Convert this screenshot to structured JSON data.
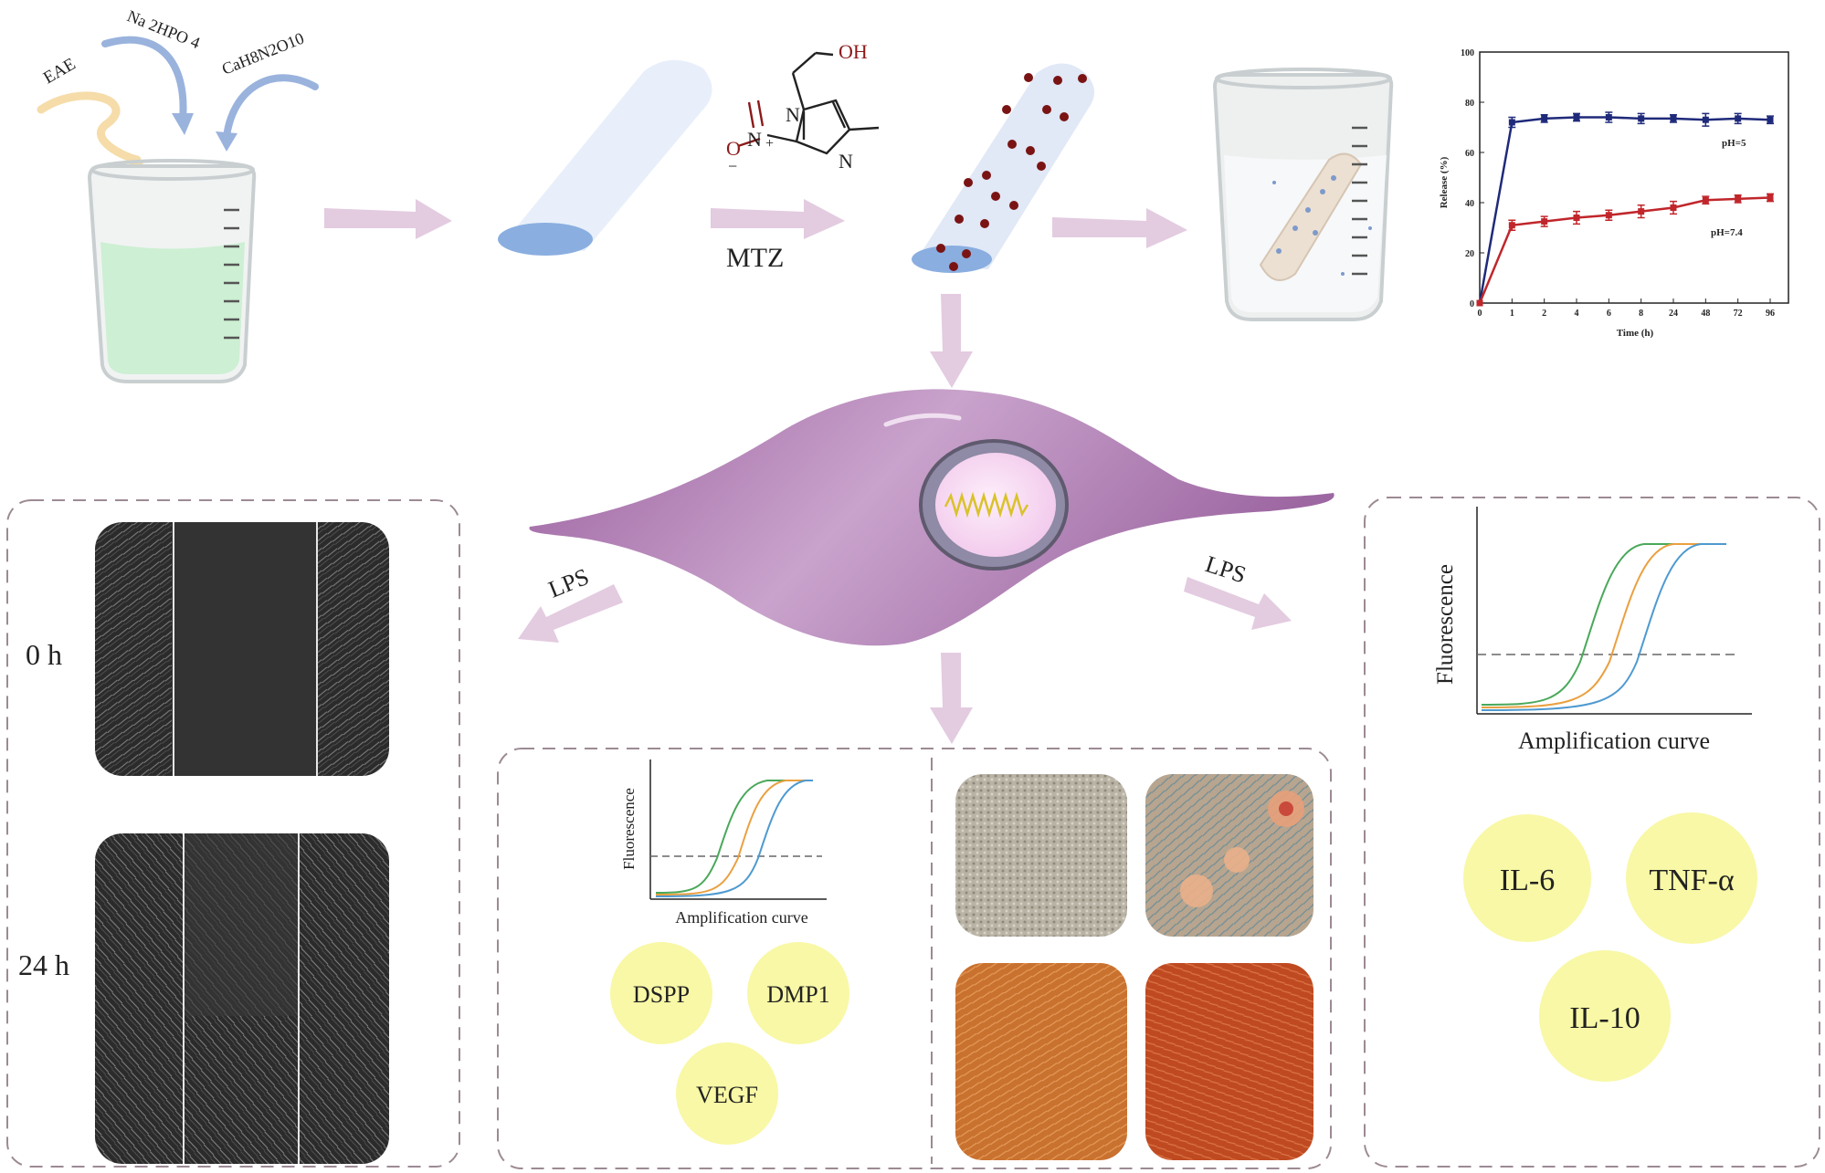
{
  "reagents": {
    "eae": "EAE",
    "na2hpo4": "Na 2HPO 4",
    "cah8n2o10": "CaH8N2O10"
  },
  "drug": {
    "label": "MTZ",
    "oh": "OH",
    "n_top": "N",
    "n_ring": "N",
    "o_minus": "O",
    "plus": "+",
    "minus": "−"
  },
  "release_chart": {
    "ylabel": "Release (%)",
    "xlabel": "Time (h)",
    "yticks": [
      "0",
      "20",
      "40",
      "60",
      "80",
      "100"
    ],
    "xticks": [
      "0",
      "1",
      "2",
      "4",
      "6",
      "8",
      "24",
      "48",
      "72",
      "96"
    ],
    "label_ph5": "pH=5",
    "label_ph74": "pH=7.4"
  },
  "chart_data": {
    "type": "line",
    "categories": [
      "0",
      "1",
      "2",
      "4",
      "6",
      "8",
      "24",
      "48",
      "72",
      "96"
    ],
    "series": [
      {
        "name": "pH=5",
        "color": "#1f2a7a",
        "values": [
          0,
          72,
          73.5,
          74,
          74,
          73.5,
          73.5,
          73,
          73.5,
          73
        ],
        "errors": [
          0,
          2,
          1.5,
          1.5,
          2,
          2,
          1.5,
          2.5,
          2,
          1.5
        ]
      },
      {
        "name": "pH=7.4",
        "color": "#c0262b",
        "values": [
          0,
          31,
          32.5,
          34,
          35,
          36.5,
          38,
          41,
          41.5,
          42
        ],
        "errors": [
          0,
          2,
          2,
          2.5,
          2,
          2.5,
          2.5,
          1.5,
          1.5,
          1.5
        ]
      }
    ],
    "xlabel": "Time (h)",
    "ylabel": "Release (%)",
    "ylim": [
      0,
      100
    ]
  },
  "arrows": {
    "lps_left": "LPS",
    "lps_right": "LPS"
  },
  "migration": {
    "label_0h": "0 h",
    "label_24h": "24 h"
  },
  "center_panel": {
    "ylabel": "Fluorescence",
    "xlabel": "Amplification curve",
    "markers": [
      "DSPP",
      "DMP1",
      "VEGF"
    ]
  },
  "right_panel": {
    "ylabel": "Fluorescence",
    "xlabel": "Amplification curve",
    "markers": [
      "IL-6",
      "TNF-α",
      "IL-10"
    ]
  },
  "colors": {
    "arrow": "#e3cbe0",
    "cell": "#b07cb3",
    "circle": "#f8f8a6",
    "dashed_border": "#9c8a93",
    "curve_green": "#4aa85a",
    "curve_orange": "#eaa040",
    "curve_blue": "#4f9ad0"
  }
}
